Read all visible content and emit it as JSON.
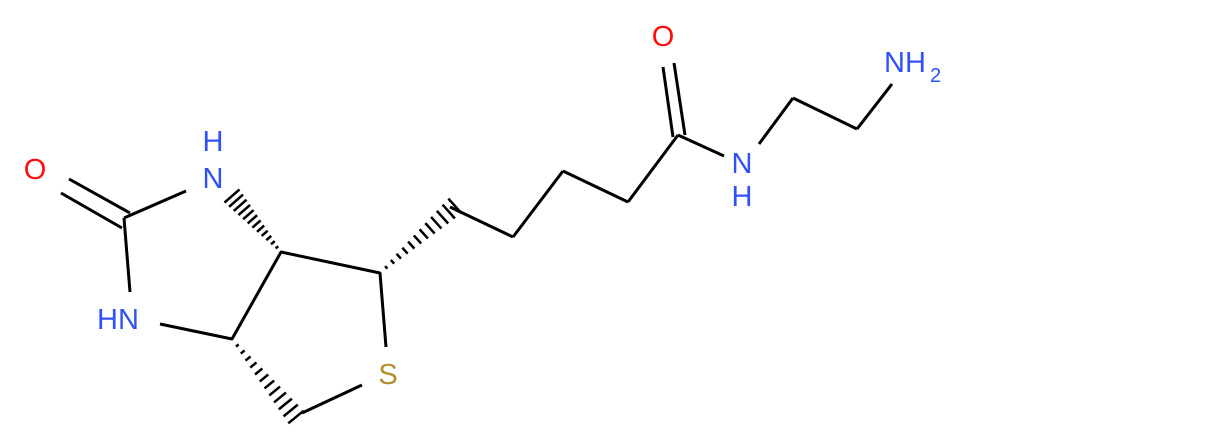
{
  "colors": {
    "bond": "#000000",
    "nitrogen": "#3050F8",
    "oxygen": "#FF0D0D",
    "sulfur": "#B2902E"
  },
  "atoms": {
    "urea_oxygen": "O",
    "n1_h": "H",
    "n1_n": "N",
    "n3": "HN",
    "sulfur": "S",
    "amide_oxygen": "O",
    "amide_n": "N",
    "amide_h": "H",
    "amine_n": "NH",
    "amine_sub": "2"
  }
}
